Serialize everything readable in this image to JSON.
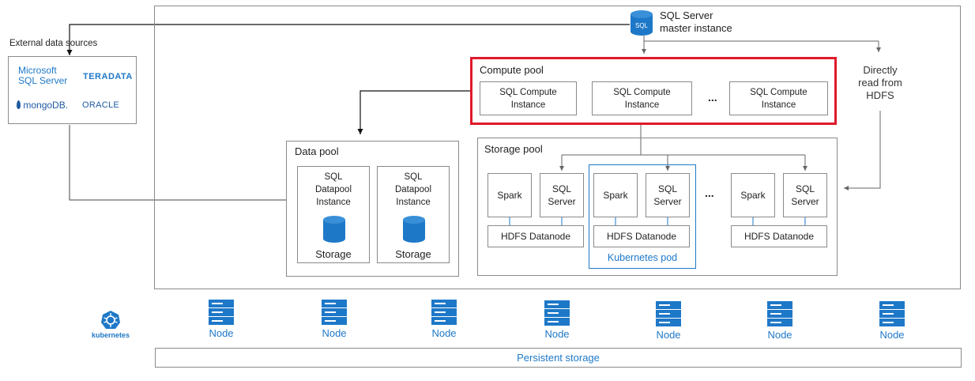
{
  "master": {
    "line1": "SQL Server",
    "line2": "master instance",
    "icon_text": "SQL"
  },
  "external": {
    "title": "External data sources",
    "microsoft_line1": "Microsoft",
    "microsoft_line2": "SQL Server",
    "teradata": "TERADATA",
    "mongodb": "mongoDB.",
    "oracle": "ORACLE"
  },
  "compute_pool": {
    "title": "Compute pool",
    "instances": [
      {
        "line1": "SQL Compute",
        "line2": "Instance"
      },
      {
        "line1": "SQL Compute",
        "line2": "Instance"
      },
      {
        "line1": "SQL Compute",
        "line2": "Instance"
      }
    ],
    "ellipsis": "..."
  },
  "directly_read": {
    "line1": "Directly",
    "line2": "read from",
    "line3": "HDFS"
  },
  "data_pool": {
    "title": "Data pool",
    "instances": [
      {
        "line1": "SQL",
        "line2": "Datapool",
        "line3": "Instance",
        "storage": "Storage"
      },
      {
        "line1": "SQL",
        "line2": "Datapool",
        "line3": "Instance",
        "storage": "Storage"
      }
    ]
  },
  "storage_pool": {
    "title": "Storage pool",
    "groups": [
      {
        "spark": "Spark",
        "sql_line1": "SQL",
        "sql_line2": "Server",
        "hdfs": "HDFS Datanode"
      },
      {
        "spark": "Spark",
        "sql_line1": "SQL",
        "sql_line2": "Server",
        "hdfs": "HDFS Datanode"
      },
      {
        "spark": "Spark",
        "sql_line1": "SQL",
        "sql_line2": "Server",
        "hdfs": "HDFS Datanode"
      }
    ],
    "ellipsis": "...",
    "pod_label": "Kubernetes pod"
  },
  "kubernetes_label": "kubernetes",
  "nodes": [
    "Node",
    "Node",
    "Node",
    "Node",
    "Node",
    "Node",
    "Node"
  ],
  "persistent_storage": "Persistent storage",
  "colors": {
    "accent": "#1e78c8",
    "highlight": "#e0192a",
    "border": "#8a8a8a"
  }
}
